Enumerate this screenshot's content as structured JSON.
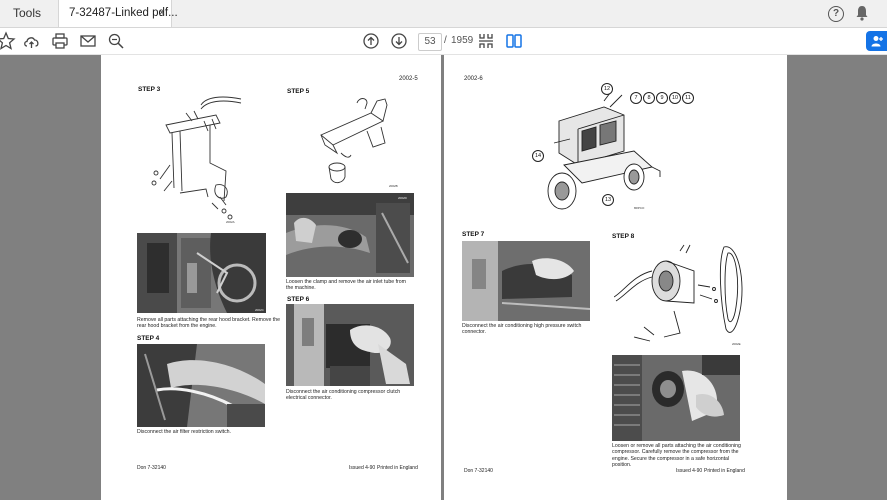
{
  "tabs": {
    "tools_label": "Tools",
    "document_label": "7-32487-Linked pdf...",
    "close_glyph": "×"
  },
  "toolbar": {
    "current_page": "53",
    "page_separator": "/",
    "total_pages": "1959"
  },
  "left_page": {
    "page_number": "2002-5",
    "step3": "STEP 3",
    "step5": "STEP 5",
    "step6": "STEP 6",
    "step4": "STEP 4",
    "caption_step5": "Loosen the clamp and remove the air inlet tube from the machine.",
    "caption_step3": "Remove all parts attaching the rear hood bracket. Remove the rear hood bracket from the engine.",
    "caption_step6": "Disconnect the air conditioning compressor clutch electrical connector.",
    "caption_step4": "Disconnect the air filter restriction switch.",
    "footer_left": "Don 7-32140",
    "footer_issued": "Issued 4-90",
    "footer_printed": "Printed in England"
  },
  "right_page": {
    "page_number": "2002-6",
    "step7": "STEP 7",
    "step8": "STEP 8",
    "caption_step7": "Disconnect the air conditioning high pressure switch connector.",
    "caption_step8": "Loosen or remove all parts attaching the air conditioning compressor. Carefully remove the compressor from the engine. Secure the compressor in a safe horizontal position.",
    "callouts": [
      "12",
      "7",
      "8",
      "9",
      "10",
      "11",
      "14",
      "13"
    ],
    "footer_left": "Don 7-32140",
    "footer_issued": "Issued 4-90",
    "footer_printed": "Printed in England"
  }
}
